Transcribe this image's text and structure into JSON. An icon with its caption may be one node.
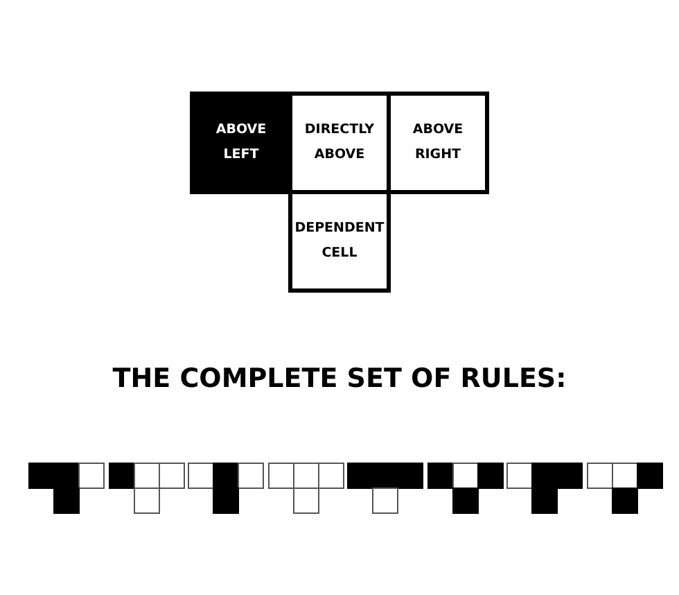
{
  "diagram": {
    "title": "THE COMPLETE SET OF RULES:",
    "nodes": [
      {
        "text": [
          "ABOVE LEFT"
        ]
      },
      {
        "text": [
          "DIRECTLY ABOVE"
        ]
      },
      {
        "text": [
          "ABOVE RIGHT"
        ]
      },
      {
        "text": [
          "DEPENDENT CELL"
        ]
      }
    ]
  }
}
